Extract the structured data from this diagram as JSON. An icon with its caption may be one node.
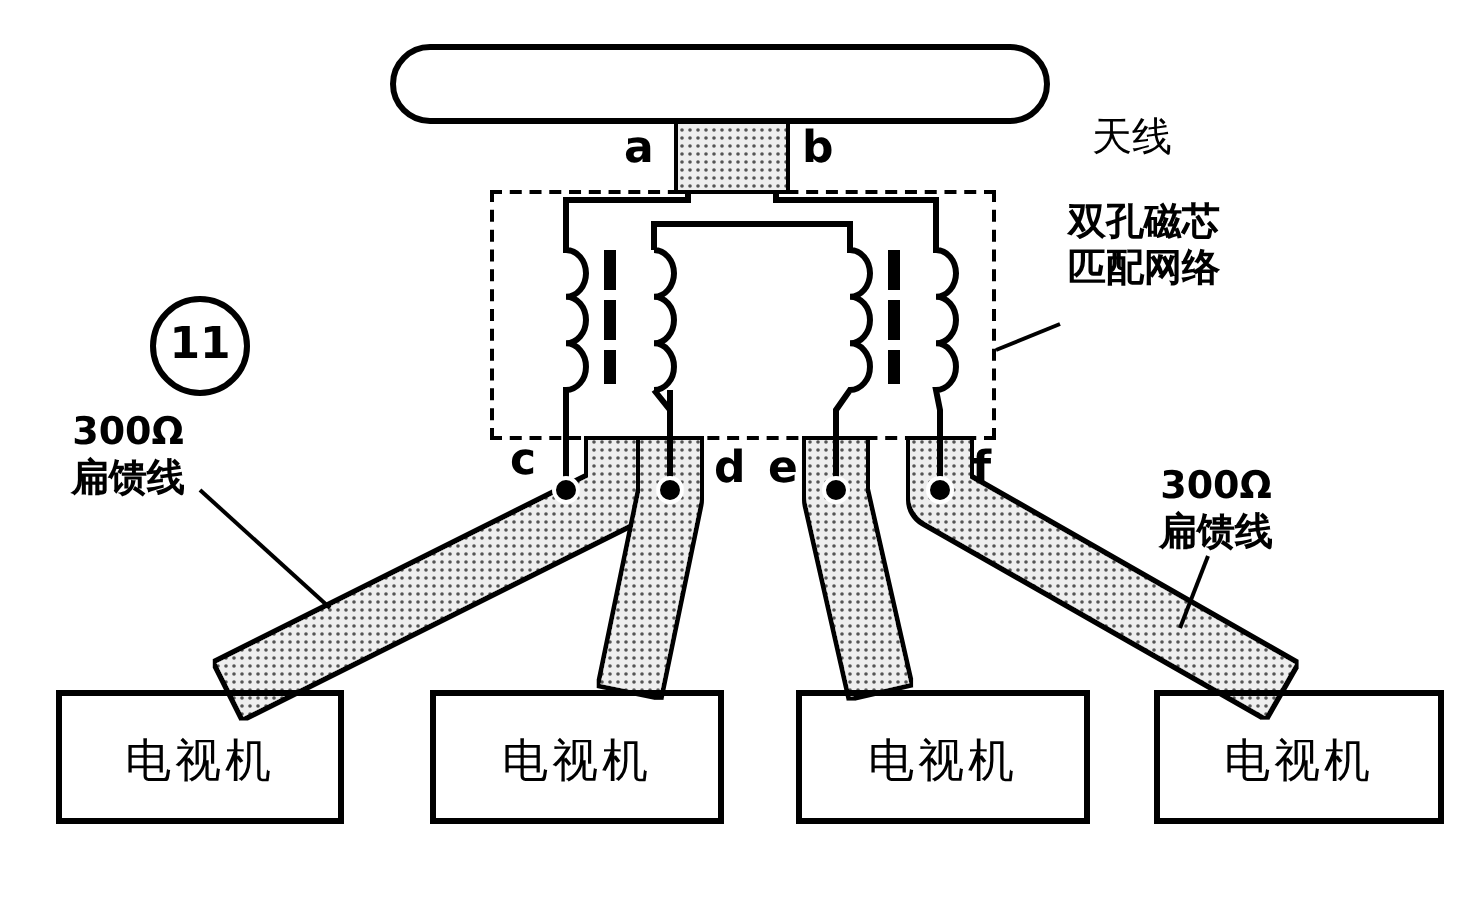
{
  "diagram": {
    "nodes": [
      {
        "text": [],
        "shape": "box",
        "beside": [
          "天线"
        ]
      },
      {
        "text": [],
        "shape": "box"
      },
      {
        "text": [
          "双孔磁芯匹配网络"
        ]
      },
      {
        "text": [
          "300Ω 扁馈线"
        ]
      },
      {
        "text": [
          "300Ω 扁馈线"
        ]
      },
      {
        "text": [
          "电视机"
        ]
      },
      {
        "text": [
          "电视机"
        ]
      },
      {
        "text": [
          "电视机"
        ]
      },
      {
        "text": [
          "电视机"
        ]
      }
    ],
    "edges": [
      {
        "from": 0,
        "to": 1,
        "arrow": "none",
        "style": "thick"
      },
      {
        "from": 1,
        "to": 5,
        "arrow": "none",
        "style": "thick"
      },
      {
        "from": 1,
        "to": 6,
        "arrow": "none",
        "style": "thick"
      },
      {
        "from": 1,
        "to": 7,
        "arrow": "none",
        "style": "thick"
      },
      {
        "from": 1,
        "to": 8,
        "arrow": "none",
        "style": "thick"
      },
      {
        "from": 2,
        "to": 1,
        "arrow": "none"
      },
      {
        "from": 3,
        "to": null,
        "arrow": "none"
      },
      {
        "from": 4,
        "to": null,
        "arrow": "none"
      }
    ],
    "labels": [
      "a",
      "b",
      "11",
      "c",
      "d",
      "e",
      "f"
    ]
  }
}
